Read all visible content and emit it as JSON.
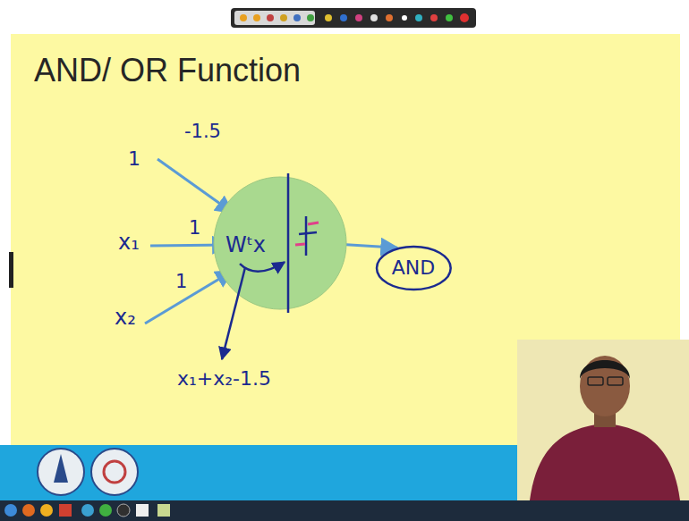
{
  "diagram": {
    "title": "AND/ OR Function",
    "nodes": [
      {
        "text": [
          "Wᵗx"
        ]
      },
      {
        "text": [
          "AND"
        ]
      }
    ],
    "edges": [
      {
        "from": 0,
        "to": 1,
        "arrow": "to"
      }
    ],
    "labels": [
      "1",
      "-1.5",
      "x₁",
      "1",
      "x₂",
      "1",
      "x₁+x₂-1.5"
    ]
  }
}
